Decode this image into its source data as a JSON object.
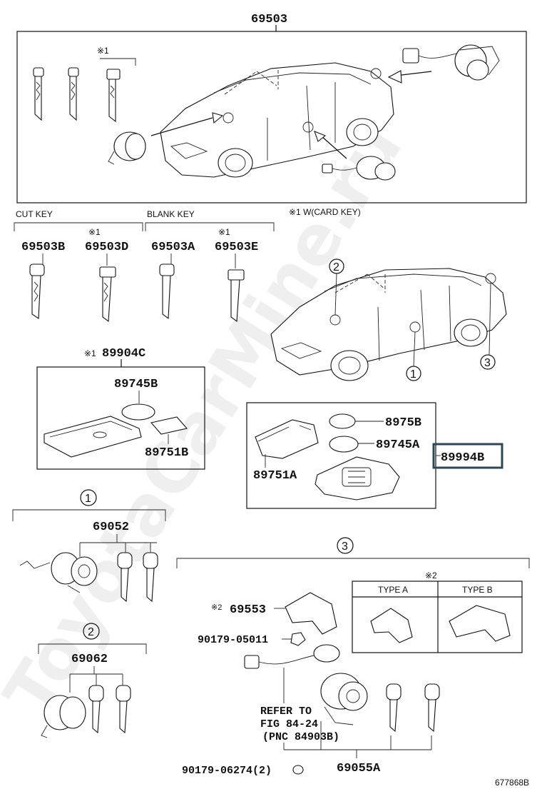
{
  "parts": {
    "p69503": "69503",
    "p69503B": "69503B",
    "p69503D": "69503D",
    "p69503A": "69503A",
    "p69503E": "69503E",
    "p89904C": "89904C",
    "p89745B": "89745B",
    "p89751B": "89751B",
    "p8975B": "8975B",
    "p89745A": "89745A",
    "p89751A": "89751A",
    "p89994B": "89994B",
    "p69052": "69052",
    "p69062": "69062",
    "p69553": "69553",
    "p9017905011": "90179-05011",
    "p69055A": "69055A",
    "p9017906274": "90179-06274(2)"
  },
  "labels": {
    "cut_key": "CUT KEY",
    "blank_key": "BLANK KEY",
    "note_w_card_key": "※1 W(CARD KEY)",
    "mark1": "※1",
    "mark2": "※2",
    "type_a": "TYPE A",
    "type_b": "TYPE B",
    "refer_line1": "REFER TO",
    "refer_line2": "FIG 84-24",
    "refer_line3": "(PNC 84903B)",
    "circle1": "1",
    "circle2": "2",
    "circle3": "3",
    "diagram_id": "677868B",
    "watermark": "ToyotaCarMine.ru"
  },
  "colors": {
    "highlight_box": "#2f4656"
  }
}
